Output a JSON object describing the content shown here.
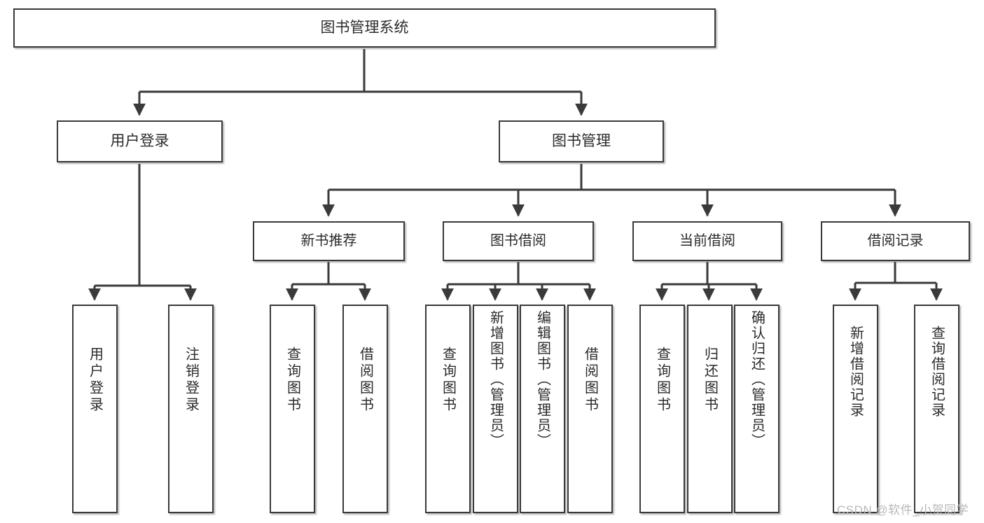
{
  "diagram": {
    "title_box": {
      "label": "图书管理系统"
    },
    "level2": [
      {
        "id": "user-login",
        "label": "用户登录"
      },
      {
        "id": "book-management",
        "label": "图书管理"
      }
    ],
    "level3": [
      {
        "id": "new-book-recommend",
        "label": "新书推荐"
      },
      {
        "id": "book-borrow",
        "label": "图书借阅"
      },
      {
        "id": "current-borrow",
        "label": "当前借阅"
      },
      {
        "id": "borrow-record",
        "label": "借阅记录"
      }
    ],
    "leaves": {
      "user_login": [
        {
          "id": "leaf-user-login",
          "label": "用户登录"
        },
        {
          "id": "leaf-logout-login",
          "label": "注销登录"
        }
      ],
      "new_book_recommend": [
        {
          "id": "leaf-query-book-1",
          "label": "查询图书"
        },
        {
          "id": "leaf-borrow-book-1",
          "label": "借阅图书"
        }
      ],
      "book_borrow": [
        {
          "id": "leaf-query-book-2",
          "label": "查询图书"
        },
        {
          "id": "leaf-add-book",
          "label": "新增图书（管理员）"
        },
        {
          "id": "leaf-edit-book",
          "label": "编辑图书（管理员）"
        },
        {
          "id": "leaf-borrow-book-2",
          "label": "借阅图书"
        }
      ],
      "current_borrow": [
        {
          "id": "leaf-query-book-3",
          "label": "查询图书"
        },
        {
          "id": "leaf-return-book",
          "label": "归还图书"
        },
        {
          "id": "leaf-confirm-return",
          "label": "确认归还（管理员）"
        }
      ],
      "borrow_record": [
        {
          "id": "leaf-add-record",
          "label": "新增借阅记录"
        },
        {
          "id": "leaf-query-record",
          "label": "查询借阅记录"
        }
      ]
    },
    "watermark": {
      "text": "CSDN @软件_小贺同学"
    },
    "colors": {
      "box_border": "#3a3a3a",
      "box_fill": "#ffffff",
      "connector": "#3a3a3a",
      "text": "#2b2b2b",
      "watermark": "#b8b8b8",
      "background": "#ffffff"
    }
  }
}
